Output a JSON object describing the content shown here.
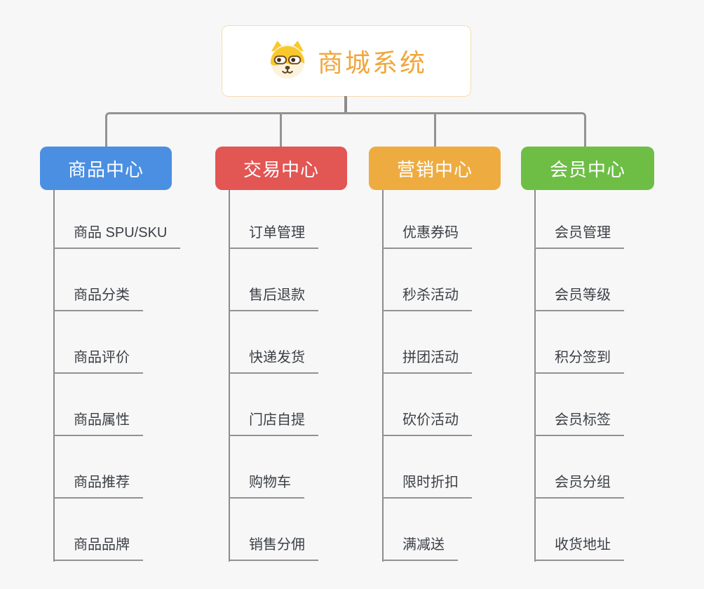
{
  "root": {
    "title": "商城系统",
    "icon": "dog-face-icon"
  },
  "colors": {
    "background": "#F7F7F7",
    "connector_line": "#939393",
    "root_border": "#F2B763",
    "root_text": "#F0A63C",
    "leaf_text": "#3B3F45",
    "leaf_underline": "#909294"
  },
  "branches": [
    {
      "label": "商品中心",
      "color": "#4B8FE2",
      "children": [
        "商品 SPU/SKU",
        "商品分类",
        "商品评价",
        "商品属性",
        "商品推荐",
        "商品品牌"
      ]
    },
    {
      "label": "交易中心",
      "color": "#E25653",
      "children": [
        "订单管理",
        "售后退款",
        "快递发货",
        "门店自提",
        "购物车",
        "销售分佣"
      ]
    },
    {
      "label": "营销中心",
      "color": "#EEAC40",
      "children": [
        "优惠券码",
        "秒杀活动",
        "拼团活动",
        "砍价活动",
        "限时折扣",
        "满减送"
      ]
    },
    {
      "label": "会员中心",
      "color": "#6EBE46",
      "children": [
        "会员管理",
        "会员等级",
        "积分签到",
        "会员标签",
        "会员分组",
        "收货地址"
      ]
    }
  ]
}
